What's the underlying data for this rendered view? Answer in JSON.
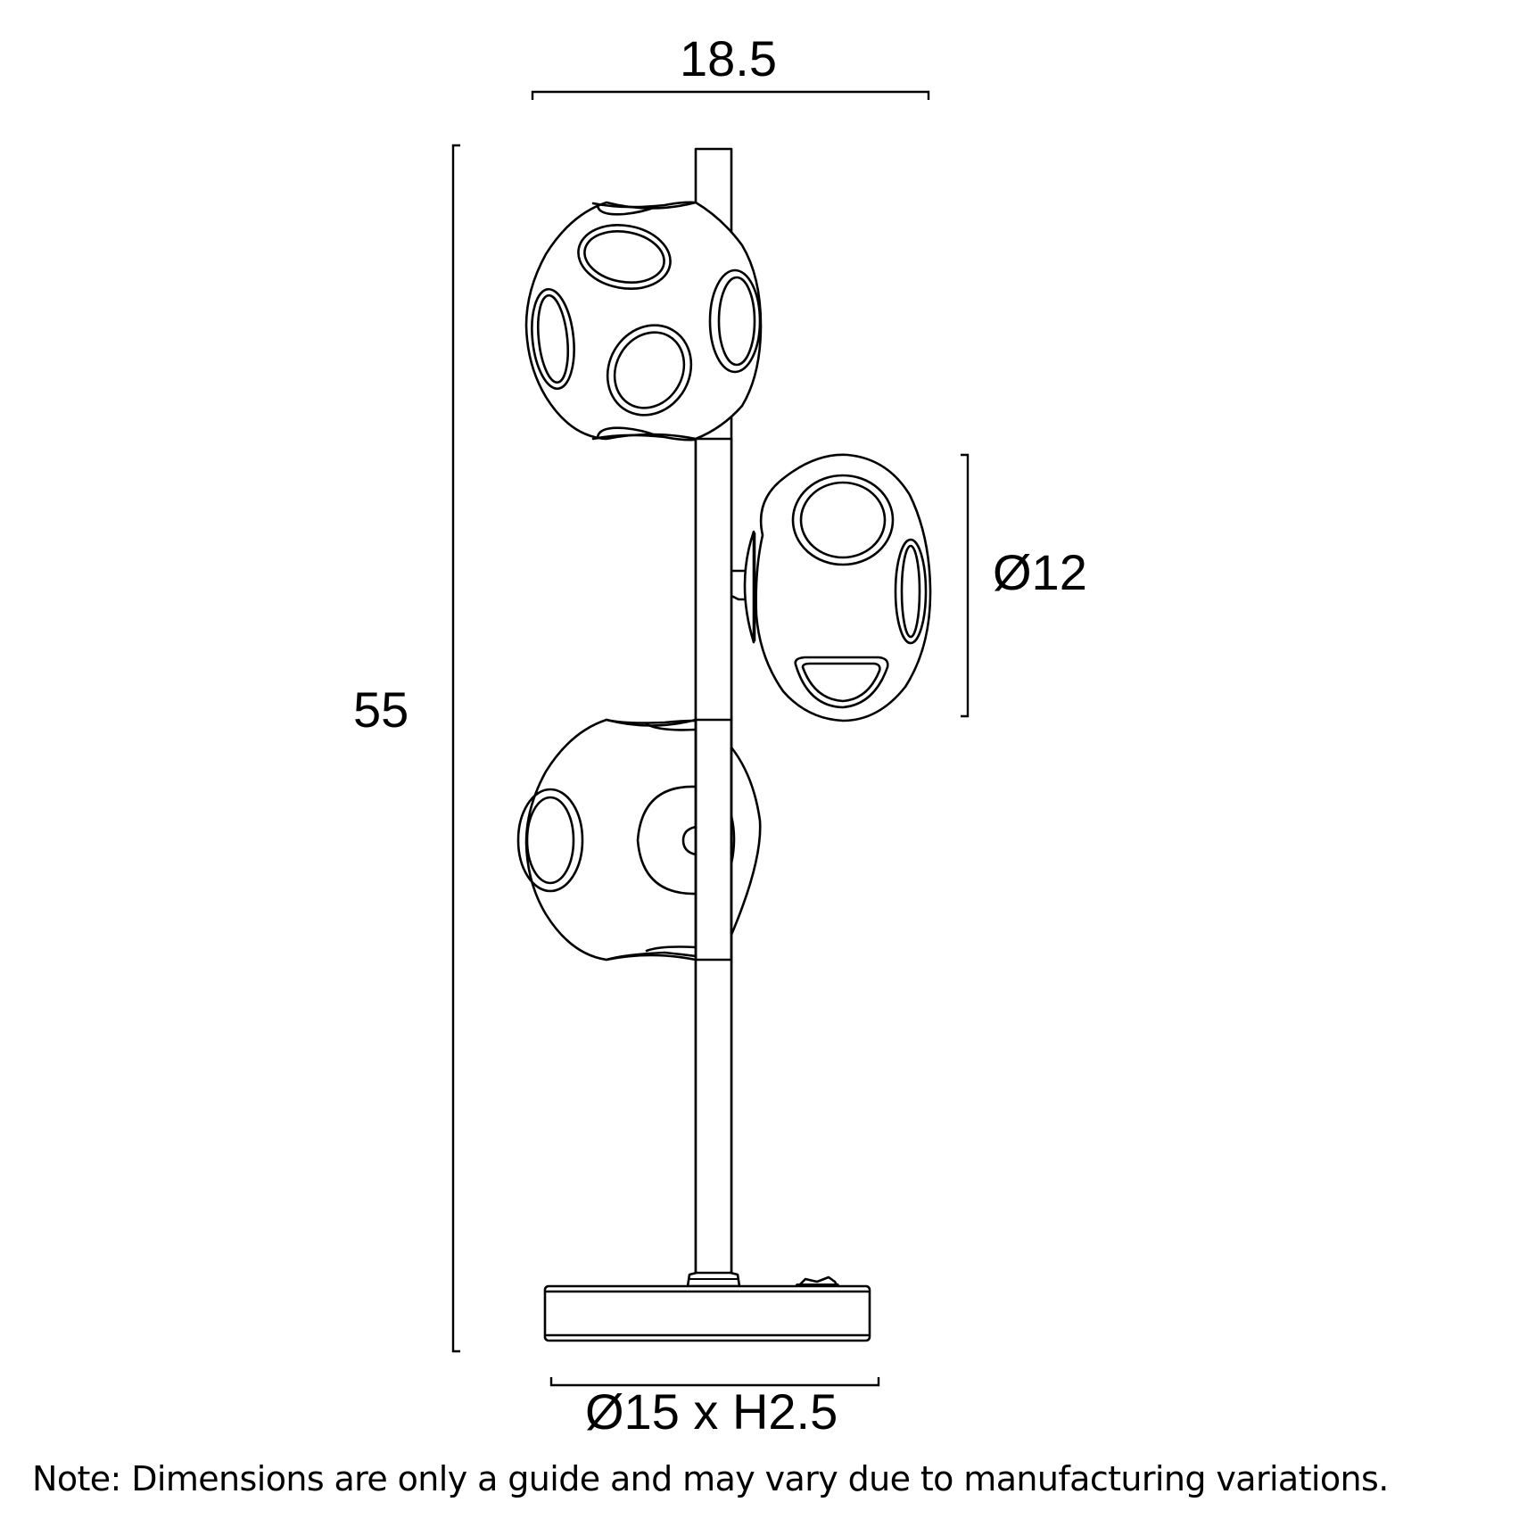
{
  "diagram": {
    "subject": "Three-light table lamp with perforated globe shades — dimension drawing",
    "units": "cm",
    "dimensions": {
      "width": {
        "label": "18.5",
        "value": 18.5
      },
      "height": {
        "label": "55",
        "value": 55
      },
      "shade_diameter": {
        "label": "Ø12",
        "value": 12
      },
      "base": {
        "label": "Ø15 x H2.5",
        "diameter": 15,
        "height": 2.5
      }
    },
    "parts": [
      "pole",
      "top-globe-shade",
      "middle-globe-shade",
      "bottom-globe-shade",
      "base",
      "inline-switch"
    ],
    "note": "Note: Dimensions are only a guide and may vary due to manufacturing variations.",
    "colors": {
      "line": "#000000",
      "background": "#ffffff"
    }
  }
}
